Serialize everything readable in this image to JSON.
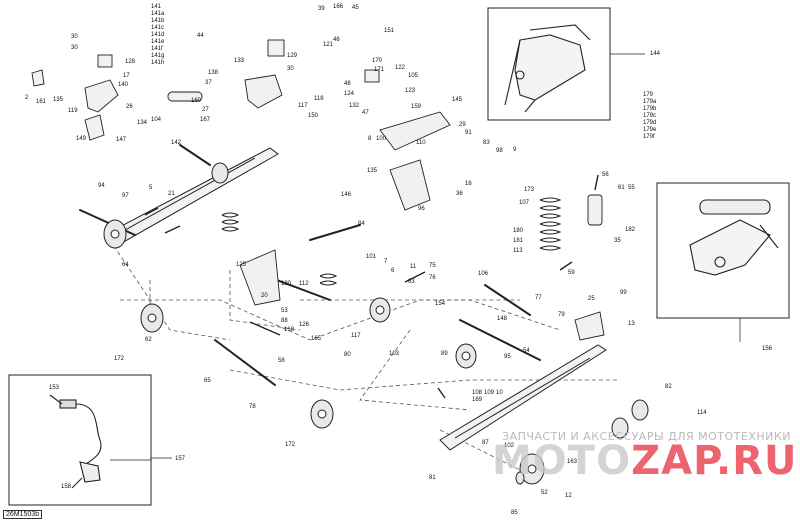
{
  "diagram_code": "26M1503b",
  "watermark": {
    "line": "ЗАПЧАСТИ И АКСЕССУАРЫ ДЛЯ МОТОТЕХНИКИ",
    "site_a": "MOTO",
    "site_b": "ZAP",
    "site_c": ".RU"
  },
  "callouts": {
    "c141": "141",
    "c141a": "141a",
    "c141b": "141b",
    "c141c": "141c",
    "c141d": "141d",
    "c141e": "141e",
    "c141f": "141f",
    "c141g": "141g",
    "c141h": "141h",
    "c39": "39",
    "c166": "166",
    "c45": "45",
    "c121": "121",
    "c46": "46",
    "c151": "151",
    "c128": "128",
    "c30a": "30",
    "c30b": "30",
    "c44": "44",
    "c133": "133",
    "c129": "129",
    "c30c": "30",
    "c2": "2",
    "c161": "161",
    "c135": "135",
    "c17": "17",
    "c140": "140",
    "c138": "138",
    "c37": "37",
    "c160": "160",
    "c27": "27",
    "c134": "134",
    "c104": "104",
    "c167": "167",
    "c119": "119",
    "c26": "26",
    "c149": "149",
    "c147": "147",
    "c118": "118",
    "c117": "117",
    "c150": "150",
    "c48": "48",
    "c124": "124",
    "c132": "132",
    "c47": "47",
    "c170": "170",
    "c171": "171",
    "c122": "122",
    "c105": "105",
    "c123": "123",
    "c159": "159",
    "c142": "142",
    "c145": "145",
    "c110": "110",
    "c29": "29",
    "c91": "91",
    "c83": "83",
    "c98": "98",
    "c9": "9",
    "c8": "8",
    "c100": "100",
    "c135b": "135",
    "c16": "16",
    "c36": "36",
    "c144": "144",
    "c179": "179",
    "c179a": "179a",
    "c179b": "179b",
    "c179c": "179c",
    "c179d": "179d",
    "c179e": "179e",
    "c179f": "179f",
    "c94": "94",
    "c97": "97",
    "c21": "21",
    "c5": "5",
    "c173": "173",
    "c107": "107",
    "c180": "180",
    "c181": "181",
    "c113": "113",
    "c56": "56",
    "c61": "61",
    "c55": "55",
    "c182": "182",
    "c35": "35",
    "c59": "59",
    "c156": "156",
    "c146": "146",
    "c84": "84",
    "c96": "96",
    "c106": "106",
    "c101": "101",
    "c20": "20",
    "c125": "125",
    "c130": "130",
    "c112": "112",
    "c53": "53",
    "c88": "88",
    "c126": "126",
    "c165": "165",
    "c168": "168",
    "c117b": "117",
    "c80": "80",
    "c58": "58",
    "c65": "65",
    "c78": "78",
    "c172a": "172",
    "c172b": "172",
    "c62": "62",
    "c64": "64",
    "c153": "153",
    "c158": "158",
    "c157": "157",
    "c154": "154",
    "c148": "148",
    "c89": "89",
    "c95": "95",
    "c163": "163",
    "c81": "81",
    "c85": "85",
    "c114": "114",
    "c99": "99",
    "c25": "25",
    "c79": "79",
    "c13": "13",
    "c169": "169",
    "c103": "103",
    "c102": "102",
    "c108": "108",
    "c109": "109",
    "c10": "10",
    "c87": "87",
    "c52": "52",
    "c54": "54",
    "c12": "12",
    "c75": "75",
    "c76": "76",
    "c63": "63",
    "c82": "82",
    "c77": "77",
    "c11": "11",
    "c7": "7",
    "c6": "6"
  }
}
